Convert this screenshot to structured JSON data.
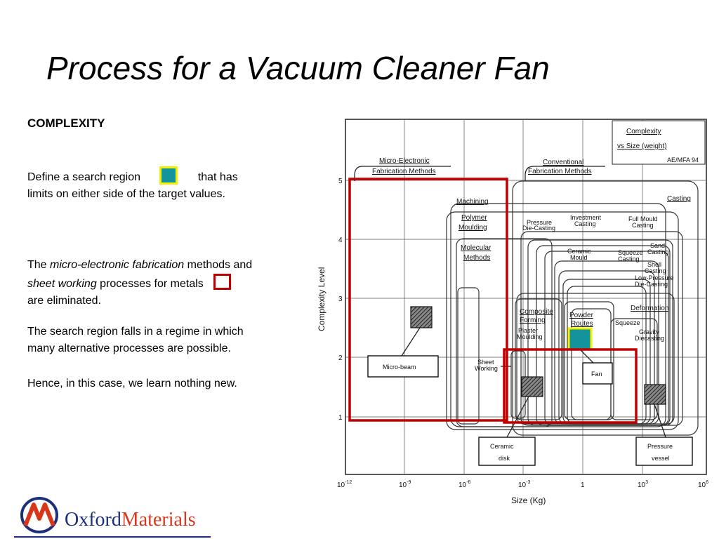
{
  "slide": {
    "title": "Process for a Vacuum Cleaner Fan",
    "heading": "COMPLEXITY",
    "para1_a": "Define a search region",
    "para1_b": "that has",
    "para1_c": "limits  on either side of the target values.",
    "para2_a": "The ",
    "para2_b": "micro-electronic fabrication",
    "para2_c": " methods and",
    "para2_d": "sheet working",
    "para2_e": " processes for metals",
    "para2_f": "are eliminated.",
    "para3_a": "The search region falls in a regime in which",
    "para3_b": "many alternative processes are possible.",
    "para4": "Hence, in this case, we learn nothing new."
  },
  "colors": {
    "search_region": "#13939c",
    "search_region_border": "#f2f200",
    "eliminated_box": "#c00000",
    "logo_blue": "#1b2f7a",
    "logo_red": "#d8361b"
  },
  "diagram": {
    "legend_line1": "Complexity",
    "legend_line2": "vs Size (weight)",
    "ref_code": "AE/MFA 94",
    "y_axis_title": "Complexity Level",
    "x_axis_title": "Size  (Kg)",
    "y_ticks": [
      "5",
      "4",
      "3",
      "2",
      "1"
    ],
    "x_ticks": [
      {
        "base": "10",
        "exp": "-12"
      },
      {
        "base": "10",
        "exp": "-9"
      },
      {
        "base": "10",
        "exp": "-6"
      },
      {
        "base": "10",
        "exp": "-3"
      },
      {
        "base": "1",
        "exp": ""
      },
      {
        "base": "10",
        "exp": "3"
      },
      {
        "base": "10",
        "exp": "6"
      }
    ],
    "labels": {
      "micro_electronic_1": "Micro-Electronic",
      "micro_electronic_2": "Fabrication Methods",
      "conventional_1": "Conventional",
      "conventional_2": "Fabrication Methods",
      "casting": "Casting",
      "machining": "Machining",
      "polymer": "Polymer",
      "moulding": "Moulding",
      "molecular": "Molecular",
      "methods": "Methods",
      "pressure_die_1": "Pressure",
      "pressure_die_2": "Die-Casting",
      "investment_1": "Investment",
      "investment_2": "Casting",
      "full_mould_1": "Full Mould",
      "full_mould_2": "Casting",
      "sand_1": "Sand",
      "sand_2": "Casting",
      "ceramic_mould_1": "Ceramic",
      "ceramic_mould_2": "Mould",
      "squeeze_casting_1": "Squeeze",
      "squeeze_casting_2": "Casting",
      "shell_1": "Shell",
      "shell_2": "Casting",
      "low_pressure_1": "Low-Pressure",
      "low_pressure_2": "Die-Casting",
      "deformation": "Deformation",
      "composite_1": "Composite",
      "composite_2": "Forming",
      "powder_1": "Powder",
      "powder_2": "Routes",
      "squeeze": "Squeeze",
      "plaster_1": "Plaster",
      "plaster_2": "Moulding",
      "gravity_1": "Gravity",
      "gravity_2": "Diecasting",
      "sheet_1": "Sheet",
      "sheet_2": "Working",
      "micro_beam": "Micro-beam",
      "fan": "Fan",
      "ceramic_disk_1": "Ceramic",
      "ceramic_disk_2": "disk",
      "pressure_vessel_1": "Pressure",
      "pressure_vessel_2": "vessel"
    }
  },
  "logo": {
    "part1": "Oxford",
    "part2": "Materials"
  }
}
